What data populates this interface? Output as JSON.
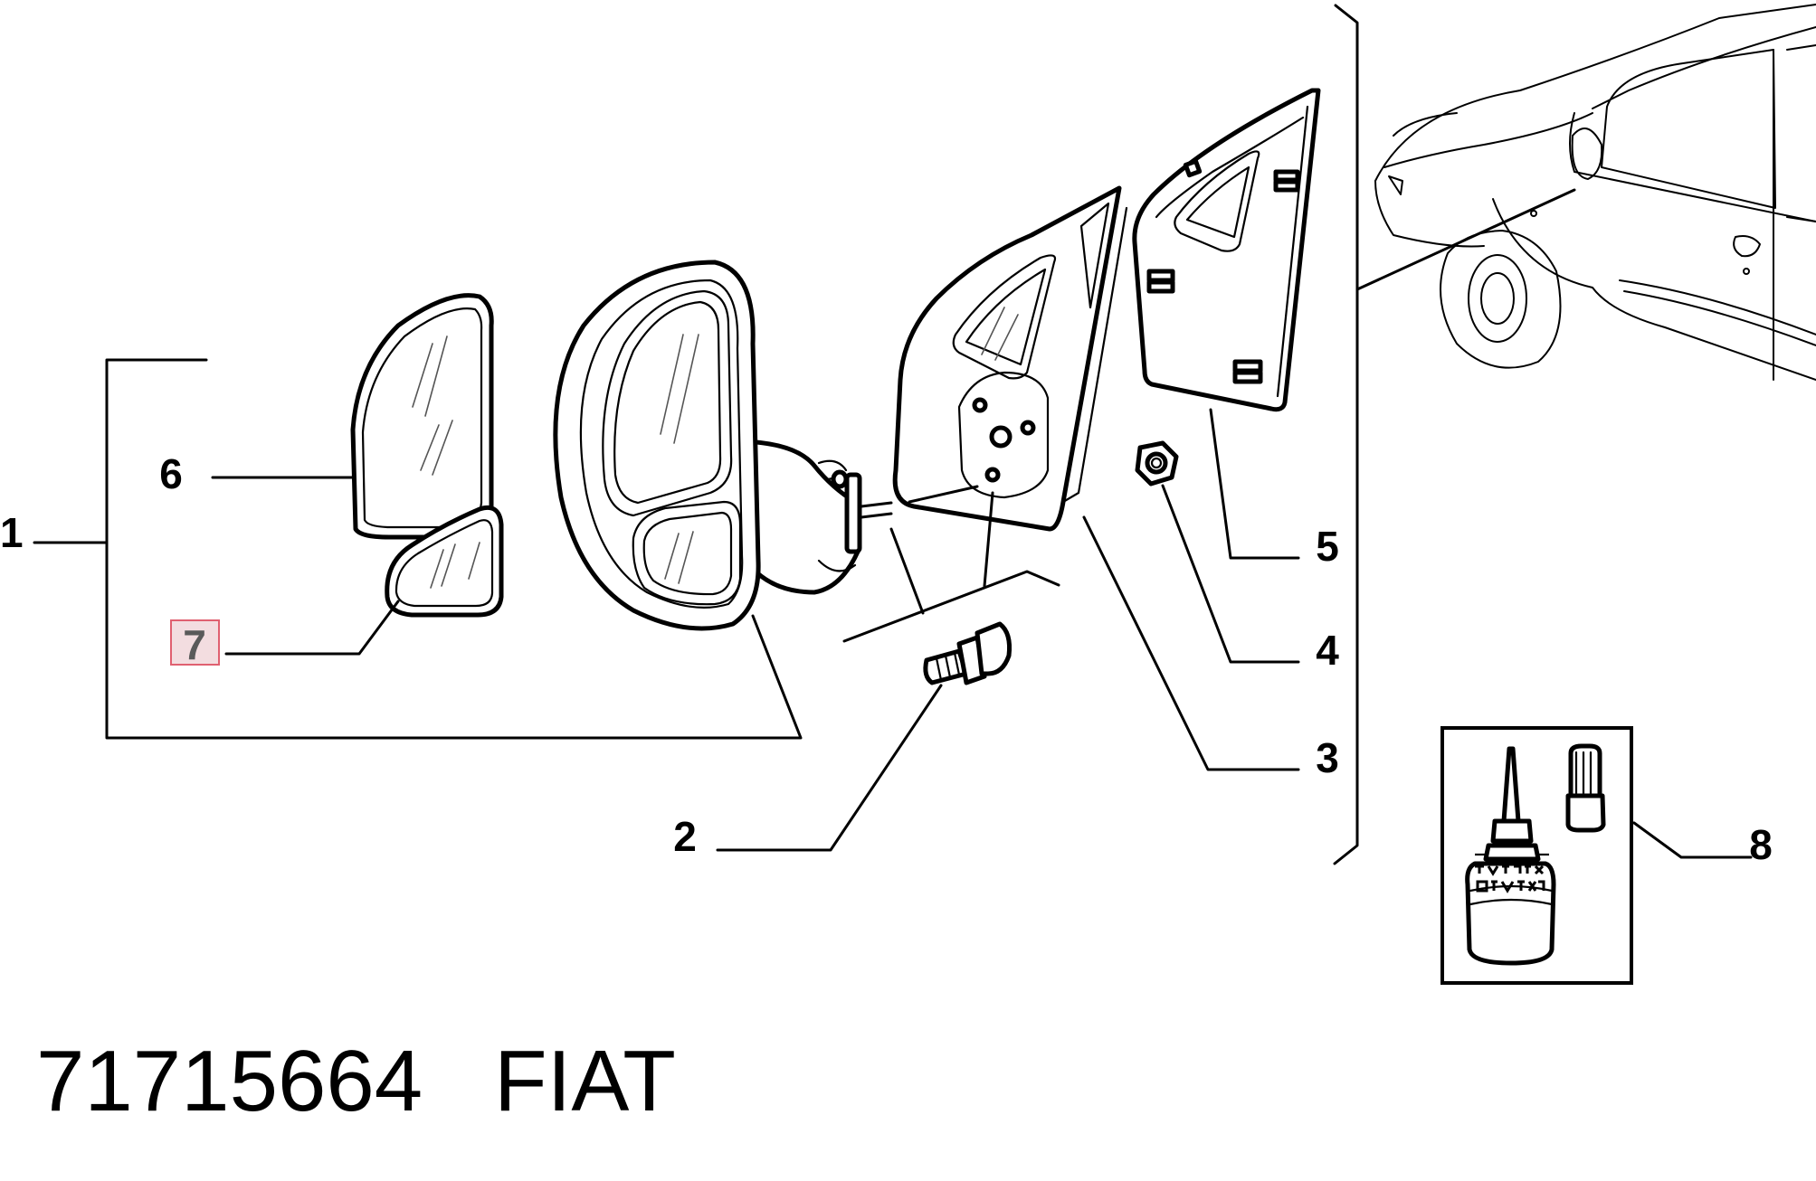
{
  "callouts": {
    "c1": "1",
    "c2": "2",
    "c3": "3",
    "c4": "4",
    "c5": "5",
    "c6": "6",
    "c7": "7",
    "c8": "8"
  },
  "highlighted_callout": "7",
  "highlight_color": "#f3dde0",
  "highlight_border_color": "#e06070",
  "footer": {
    "part_number": "71715664",
    "brand": "FIAT"
  },
  "icons": [
    "mirror-glass-upper-icon",
    "mirror-glass-lower-icon",
    "mirror-housing-icon",
    "screw-icon",
    "mirror-base-plate-icon",
    "nut-icon",
    "trim-cover-icon",
    "adhesive-kit-icon",
    "car-outline-icon"
  ]
}
